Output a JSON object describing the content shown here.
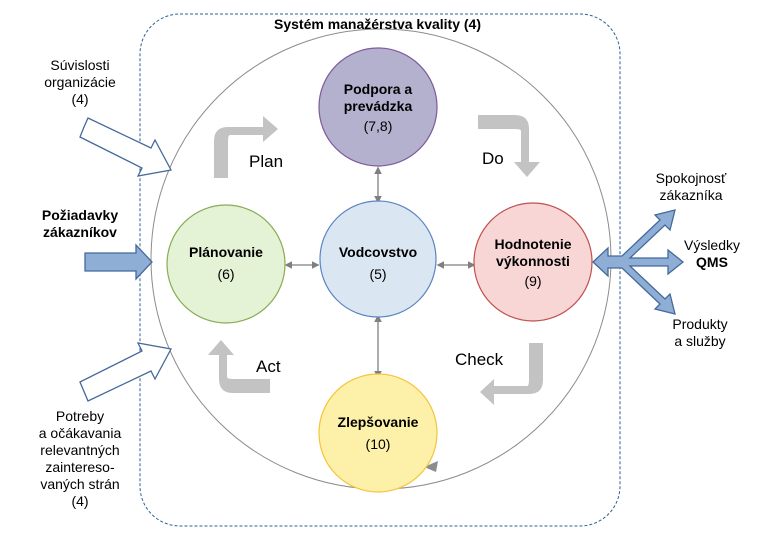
{
  "title": "Systém manažérstva kvality (4)",
  "nodes": {
    "support": {
      "name": "Podpora a prevádzka",
      "num": "(7,8)",
      "fill": "#b4b1cf",
      "stroke": "#7f5a9d"
    },
    "leadership": {
      "name": "Vodcovstvo",
      "num": "(5)",
      "fill": "#dbe6f3",
      "stroke": "#5b85c0"
    },
    "planning": {
      "name": "Plánovanie",
      "num": "(6)",
      "fill": "#e4f2d5",
      "stroke": "#89ac56"
    },
    "performance": {
      "name": "Hodnotenie výkonnosti",
      "num": "(9)",
      "fill": "#f8d6d6",
      "stroke": "#c0504d"
    },
    "improvement": {
      "name": "Zlepšovanie",
      "num": "(10)",
      "fill": "#fdf1a9",
      "stroke": "#f5c43a"
    }
  },
  "cycle": {
    "plan": "Plan",
    "do": "Do",
    "check": "Check",
    "act": "Act"
  },
  "inputs": {
    "context": [
      "Súvislosti",
      "organizácie",
      "(4)"
    ],
    "customer_requirements": [
      "Požiadavky",
      "zákazníkov"
    ],
    "stakeholders": [
      "Potreby",
      "a očákavania",
      "relevantných",
      "zaintereso-",
      "vaných strán",
      "(4)"
    ]
  },
  "outputs": {
    "satisfaction": [
      "Spokojnosť",
      "zákazníka"
    ],
    "results": [
      "Výsledky",
      "QMS"
    ],
    "products": [
      "Produkty",
      "a služby"
    ]
  },
  "colors": {
    "frame": "#2e5f9a",
    "arrow_fill": "#8eaed6",
    "arrow_stroke": "#44699b",
    "cycle_arrow": "#c3c3c3",
    "connector": "#7f7f7f"
  }
}
